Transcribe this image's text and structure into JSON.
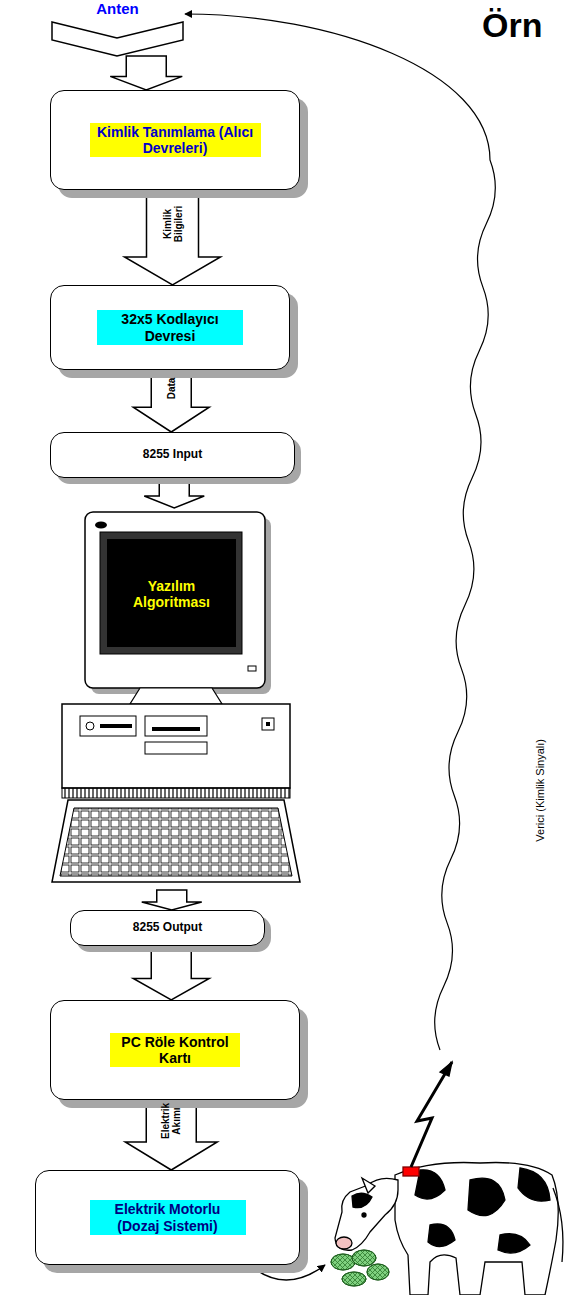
{
  "diagram": {
    "title": "Örn",
    "nodes": [
      {
        "text": [
          "Anten"
        ]
      },
      {
        "text": [
          "Kimlik Tanımlama (Alıcı Devreleri)"
        ]
      },
      {
        "text": [
          "32x5 Kodlayıcı Devresi"
        ]
      },
      {
        "text": [
          "8255 Input"
        ]
      },
      {
        "text": [
          "Yazılım Algoritması"
        ]
      },
      {
        "text": [
          "8255 Output"
        ]
      },
      {
        "text": [
          "PC Röle Kontrol Kartı"
        ]
      },
      {
        "text": [
          "Elektrik Motorlu (Dozaj Sistemi)"
        ]
      },
      {
        "text": [
          "Verici (Kimlik Sinyalı)"
        ]
      }
    ],
    "edges": [
      {
        "from": 0,
        "to": 1,
        "arrow": "to"
      },
      {
        "from": 1,
        "to": 2,
        "label": "Kimlik Bilgileri",
        "arrow": "to"
      },
      {
        "from": 2,
        "to": 3,
        "label": "Data",
        "arrow": "to"
      },
      {
        "from": 3,
        "to": 4,
        "arrow": "to"
      },
      {
        "from": 4,
        "to": 5,
        "arrow": "to"
      },
      {
        "from": 5,
        "to": 6,
        "arrow": "to"
      },
      {
        "from": 6,
        "to": 7,
        "label": "Elektrik Akımı",
        "arrow": "to"
      },
      {
        "from": 7,
        "to": 8,
        "arrow": "to"
      },
      {
        "from": 8,
        "to": 0,
        "arrow": "to"
      }
    ]
  }
}
